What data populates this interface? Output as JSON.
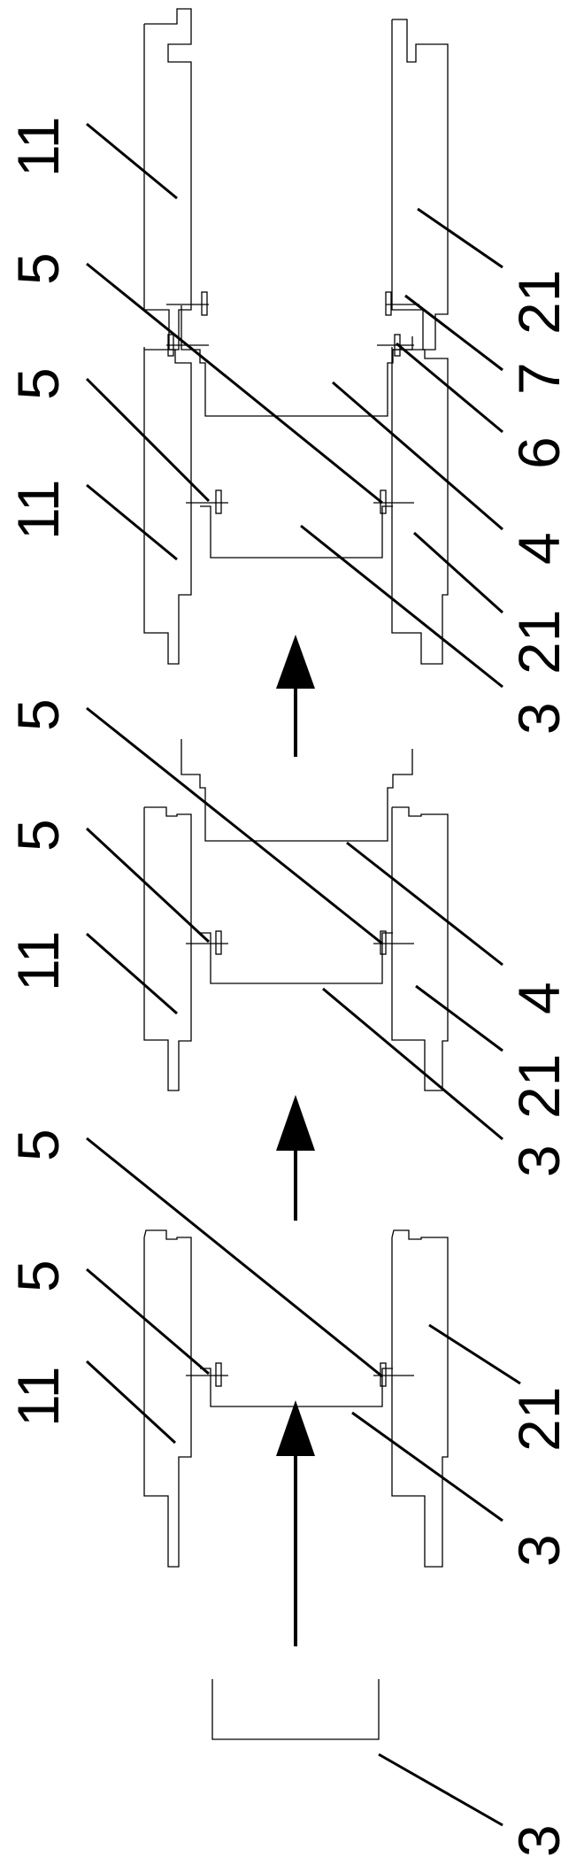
{
  "labels": {
    "s1_3": "3",
    "s2_3": "3",
    "s2_5_upper": "5",
    "s2_5_lower": "5",
    "s2_11": "11",
    "s2_21": "21",
    "s3_5_upper": "5",
    "s3_5_lower": "5",
    "s3_11": "11",
    "s3_21": "21",
    "s3_3": "3",
    "s3_4": "4",
    "s4_5_upper": "5",
    "s4_5_lower": "5",
    "s4_11_upper": "11",
    "s4_11_lower": "11",
    "s4_21_upper": "21",
    "s4_21_lower": "21",
    "s4_7": "7",
    "s4_6": "6",
    "s4_4": "4",
    "s4_3": "3"
  }
}
